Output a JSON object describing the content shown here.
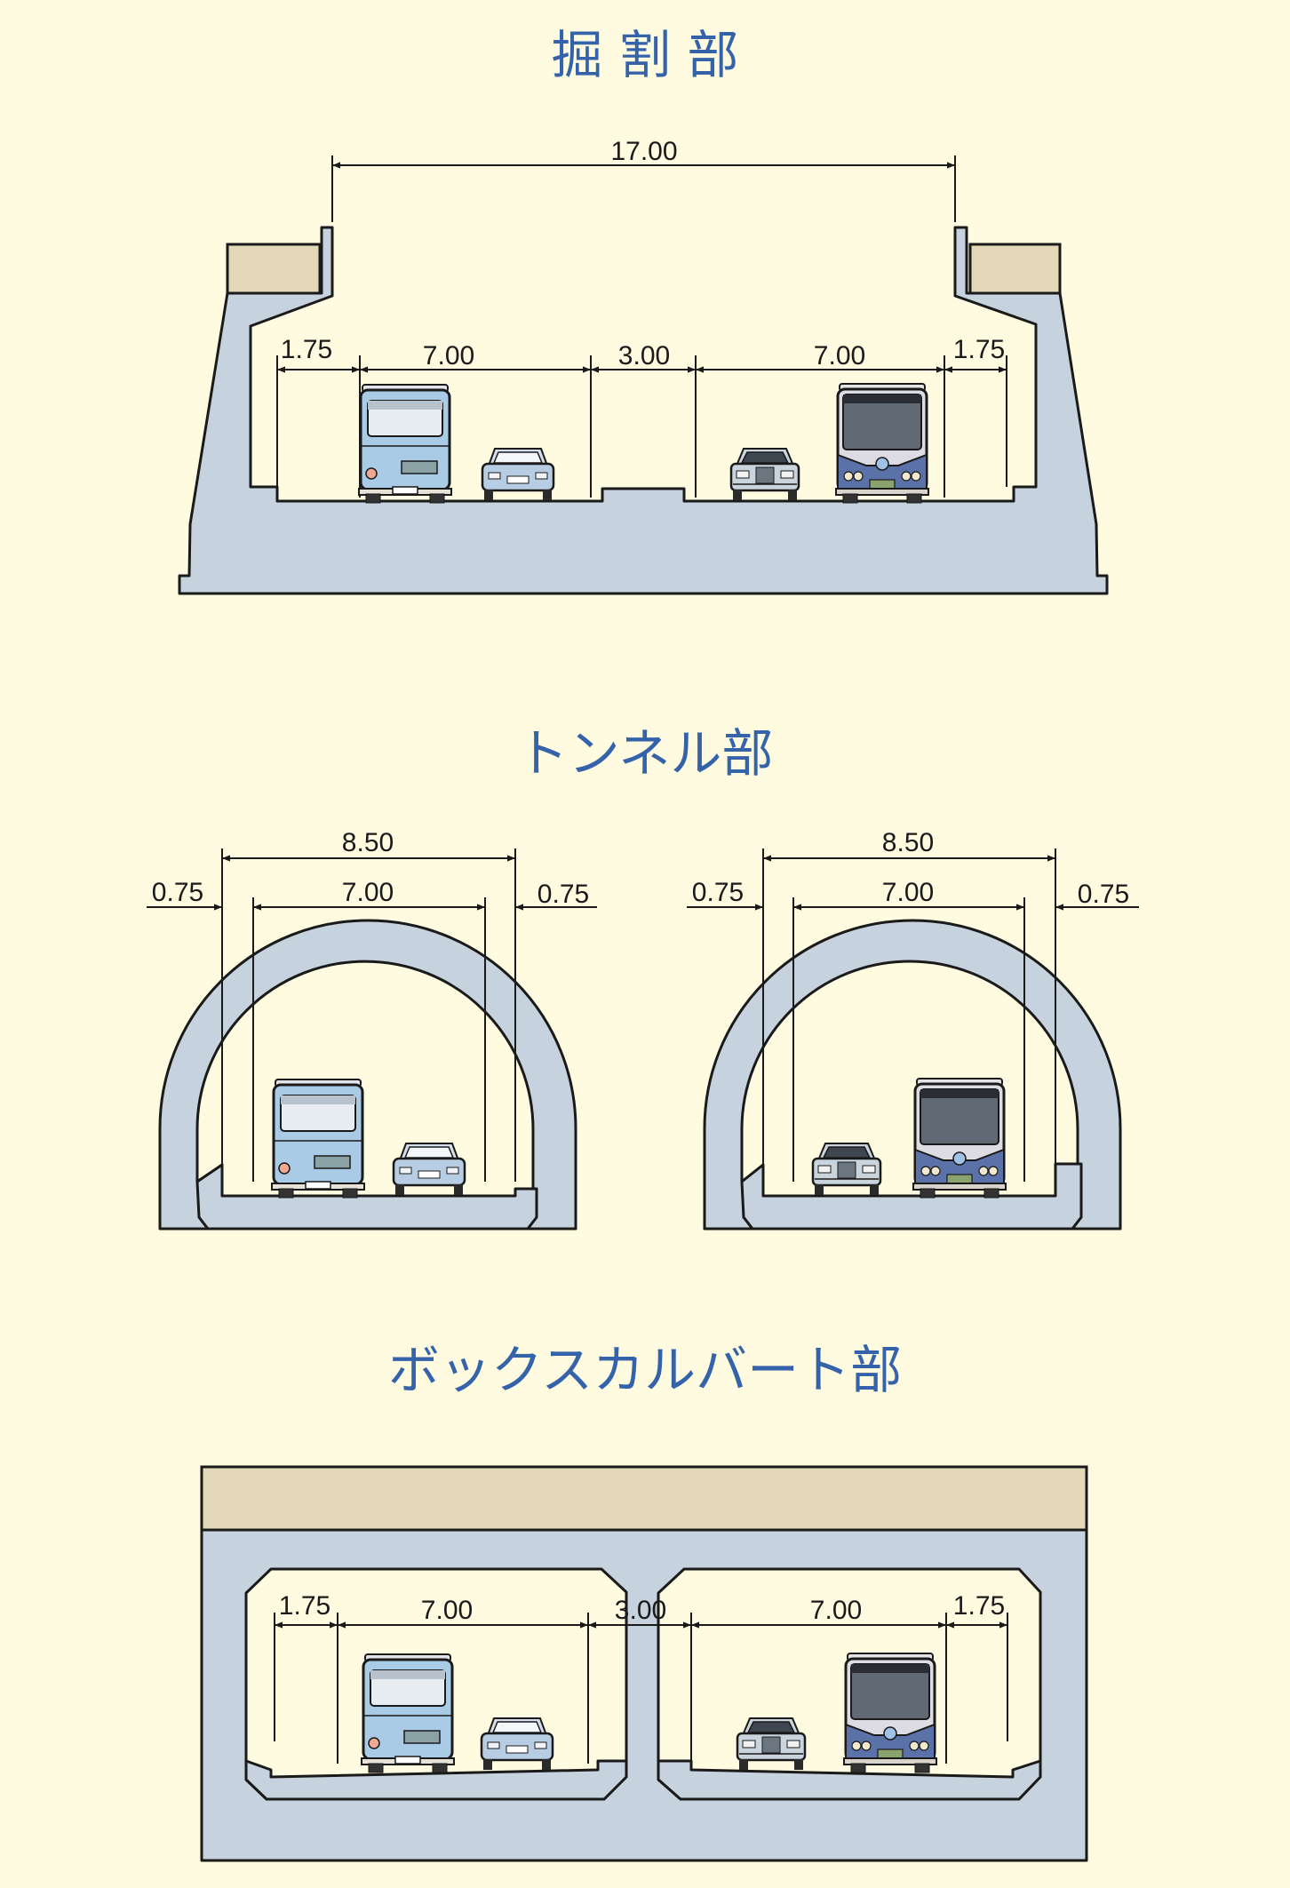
{
  "titles": {
    "cut": "掘 割 部",
    "tunnel": "トンネル部",
    "box": "ボックスカルバート部"
  },
  "cut": {
    "total": "17.00",
    "shoulder_left": "1.75",
    "lane_left": "7.00",
    "median": "3.00",
    "lane_right": "7.00",
    "shoulder_right": "1.75"
  },
  "tunnel": {
    "left": {
      "width": "8.50",
      "shoulder_left": "0.75",
      "lane": "7.00",
      "shoulder_right": "0.75"
    },
    "right": {
      "width": "8.50",
      "shoulder_left": "0.75",
      "lane": "7.00",
      "shoulder_right": "0.75"
    }
  },
  "box": {
    "shoulder_left": "1.75",
    "lane_left": "7.00",
    "median": "3.00",
    "lane_right": "7.00",
    "shoulder_right": "1.75"
  },
  "colors": {
    "background": "#fefbe0",
    "title": "#3563aa",
    "concrete": "#c6d2dd",
    "soil": "#e3d9b8",
    "bus_blue": "#a9cbe6",
    "car_blue": "#b7cde3"
  },
  "icons": [
    "bus-rear-icon",
    "bus-front-icon",
    "car-rear-icon",
    "car-front-icon"
  ]
}
